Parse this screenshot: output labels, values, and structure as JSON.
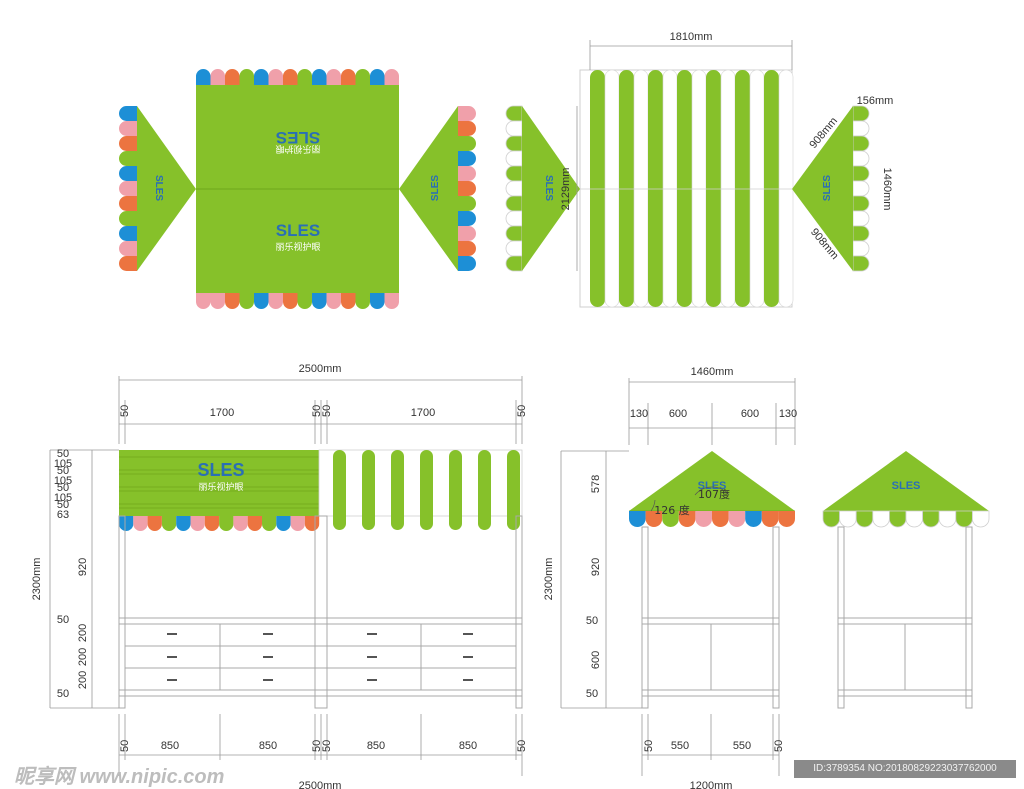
{
  "colors": {
    "green": "#86c12a",
    "green_dark": "#6fa61c",
    "blue": "#1d8fd6",
    "pink": "#f0a0aa",
    "orange": "#ec7440",
    "white": "#ffffff",
    "logo_text": "#2a6fb5"
  },
  "logo": {
    "brand": "SLES",
    "tagline": "丽乐视护眼"
  },
  "dims_top": {
    "width_1810": "1810mm",
    "side_156": "156mm",
    "diag_908_a": "908mm",
    "diag_908_b": "908mm",
    "height_1460": "1460mm",
    "height_2129": "2129mm"
  },
  "front": {
    "total_top": "2500mm",
    "seg_50_a": "50",
    "seg_1700_a": "1700",
    "seg_50_b": "50",
    "seg_50_c": "50",
    "seg_1700_b": "1700",
    "seg_50_d": "50",
    "height_total": "2300mm",
    "stripe_values": [
      "50",
      "105",
      "50",
      "105",
      "50",
      "105",
      "50",
      "63"
    ],
    "height_920": "920",
    "lower_values": [
      "50",
      "200",
      "200",
      "200",
      "50"
    ],
    "bottom_50_a": "50",
    "bottom_850_a": "850",
    "bottom_850_b": "850",
    "bottom_50_b": "50",
    "bottom_50_c": "50",
    "bottom_850_c": "850",
    "bottom_850_d": "850",
    "bottom_50_d": "50",
    "total_bottom": "2500mm"
  },
  "side": {
    "total_top": "1460mm",
    "seg_130_a": "130",
    "seg_600_a": "600",
    "seg_600_b": "600",
    "seg_130_b": "130",
    "height_total": "2300mm",
    "height_578": "578",
    "height_920": "920",
    "height_50_a": "50",
    "height_600": "600",
    "height_50_b": "50",
    "angle_107": "107度",
    "angle_126": "126 度",
    "bottom_50_a": "50",
    "bottom_550_a": "550",
    "bottom_550_b": "550",
    "bottom_50_b": "50",
    "total_bottom": "1200mm"
  },
  "watermark": {
    "site": "昵享网 www.nipic.com",
    "id_line": "ID:3789354 NO:20180829223037762000"
  }
}
